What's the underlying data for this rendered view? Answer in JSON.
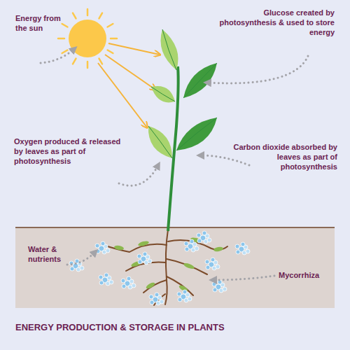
{
  "diagram": {
    "title": "ENERGY PRODUCTION & STORAGE IN PLANTS",
    "labels": [
      "Energy from the sun",
      "Glucose created by photosynthesis & used to store energy",
      "Oxygen produced & released by leaves as part of photosynthesis",
      "Carbon dioxide absorbed by leaves as part of photosynthesis",
      "Water & nutrients",
      "Mycorrhiza"
    ]
  }
}
